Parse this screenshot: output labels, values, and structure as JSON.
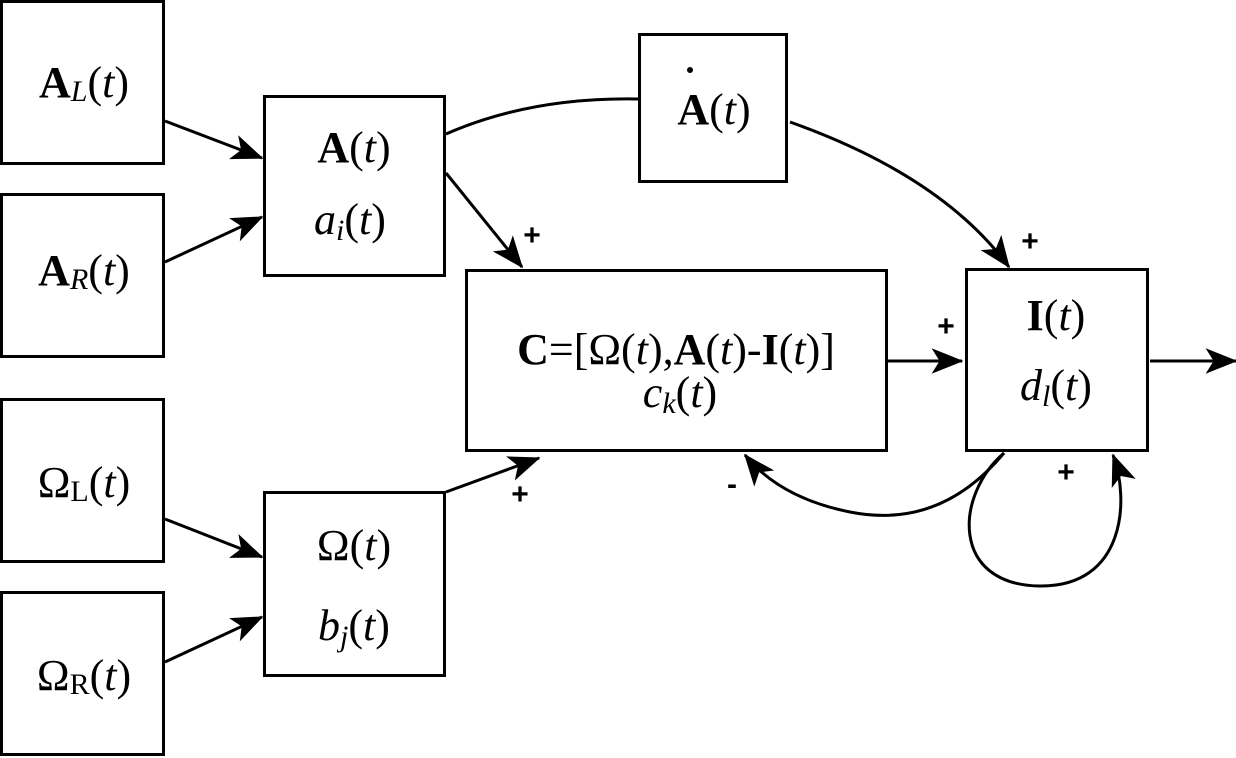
{
  "nodes": {
    "AL": {
      "main": "A",
      "sub": "L",
      "arg": "t"
    },
    "AR": {
      "main": "A",
      "sub": "R",
      "arg": "t"
    },
    "OmegaL": {
      "main": "Ω",
      "sub": "L",
      "arg": "t"
    },
    "OmegaR": {
      "main": "Ω",
      "sub": "R",
      "arg": "t"
    },
    "A": {
      "line1_main": "A",
      "line1_arg": "t",
      "line2_main": "a",
      "line2_sub": "i",
      "line2_arg": "t"
    },
    "Omega": {
      "line1_main": "Ω",
      "line1_arg": "t",
      "line2_main": "b",
      "line2_sub": "j",
      "line2_arg": "t"
    },
    "Adot": {
      "main": "A",
      "arg": "t"
    },
    "C": {
      "line1": {
        "c": "C",
        "eq": "=[",
        "omega": "Ω",
        "t1": "t",
        "comma": "),",
        "a": "A",
        "t2": "t",
        "minus": ")-",
        "i": "I",
        "t3": "t",
        "close": ")]"
      },
      "line2_main": "c",
      "line2_sub": "k",
      "line2_arg": "t"
    },
    "I": {
      "line1_main": "I",
      "line1_arg": "t",
      "line2_main": "d",
      "line2_sub": "l",
      "line2_arg": "t"
    }
  },
  "signs": {
    "a_to_c": "+",
    "omega_to_c": "+",
    "adot_to_i": "+",
    "c_to_i": "+",
    "i_to_c": "-",
    "i_self_loop": "+"
  },
  "paren_open": "(",
  "paren_close": ")"
}
